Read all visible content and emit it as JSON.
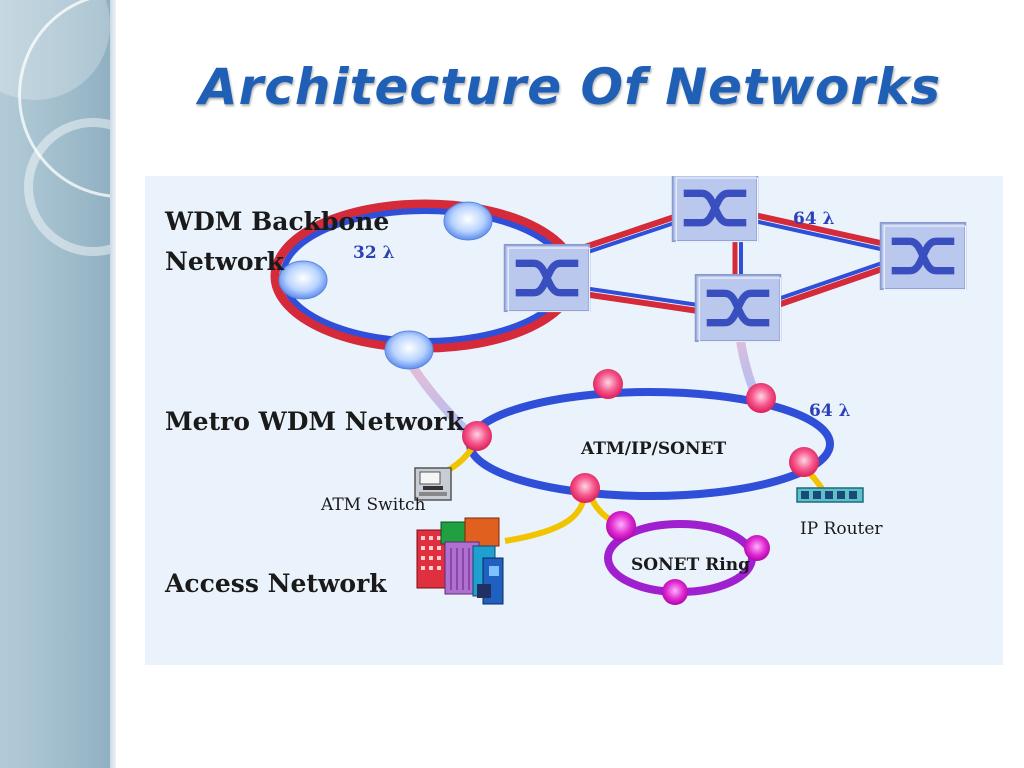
{
  "slide": {
    "title": "Architecture Of Networks"
  },
  "diagram": {
    "labels": {
      "backbone_line1": "WDM Backbone",
      "backbone_line2": "Network",
      "metro": "Metro WDM Network",
      "access": "Access Network",
      "backbone_wavelengths": "32 λ",
      "core_wavelengths": "64 λ",
      "metro_wavelengths": "64 λ",
      "metro_protocols": "ATM/IP/SONET",
      "atm_switch": "ATM Switch",
      "ip_router": "IP Router",
      "sonet_ring": "SONET Ring"
    },
    "colors": {
      "ring_blue": "#2f4fd8",
      "ring_red": "#d42a3a",
      "sonet_purple": "#a020d0",
      "node_pink": "#f02a6a",
      "access_link": "#f2c400",
      "switch_fill": "#b9c8ec",
      "switch_icon": "#3a4fbf",
      "background": "#eaf3fb"
    },
    "icons": [
      "optical-switch-icon",
      "router-node-icon",
      "atm-switch-icon",
      "ip-router-icon",
      "buildings-icon"
    ]
  }
}
